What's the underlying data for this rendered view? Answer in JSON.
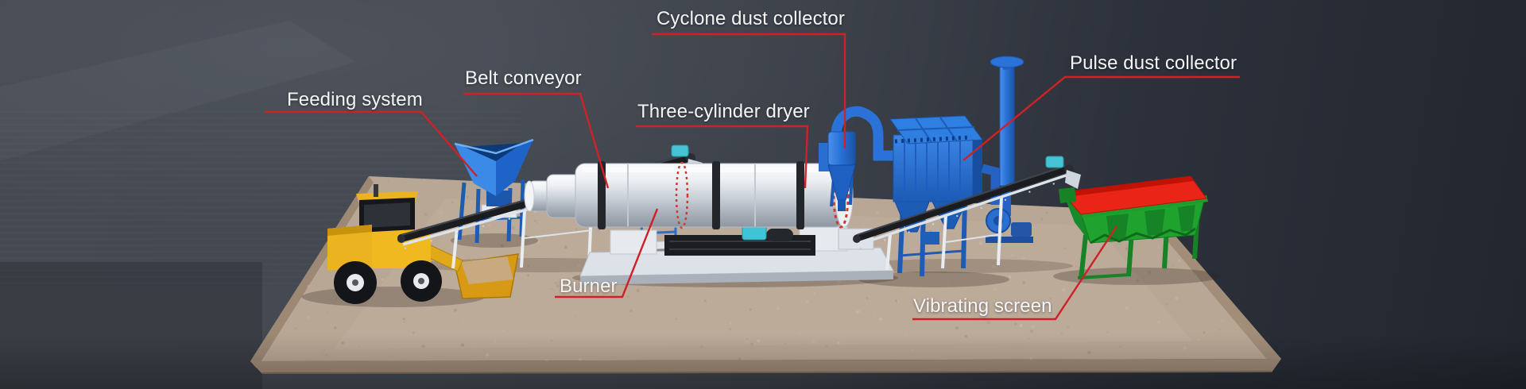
{
  "banner": {
    "labels": {
      "feeding_system": "Feeding system",
      "belt_conveyor": "Belt conveyor",
      "cyclone_dust_collector": "Cyclone dust collector",
      "three_cylinder_dryer": "Three-cylinder dryer",
      "pulse_dust_collector": "Pulse dust collector",
      "burner": "Burner",
      "vibrating_screen": "Vibrating screen"
    },
    "colors": {
      "label_text": "#f4f5f6",
      "leader_line_red": "#cf2127",
      "equipment_blue": "#2a72d8",
      "loader_yellow": "#eab31f",
      "screen_green": "#1fa32e",
      "screen_deck_red": "#ea2517",
      "conveyor_belt_black": "#1a1c20",
      "dryer_shell_white": "#eef1f4",
      "platform_tan": "#b9a795",
      "background_dark": "#2c313a"
    }
  }
}
